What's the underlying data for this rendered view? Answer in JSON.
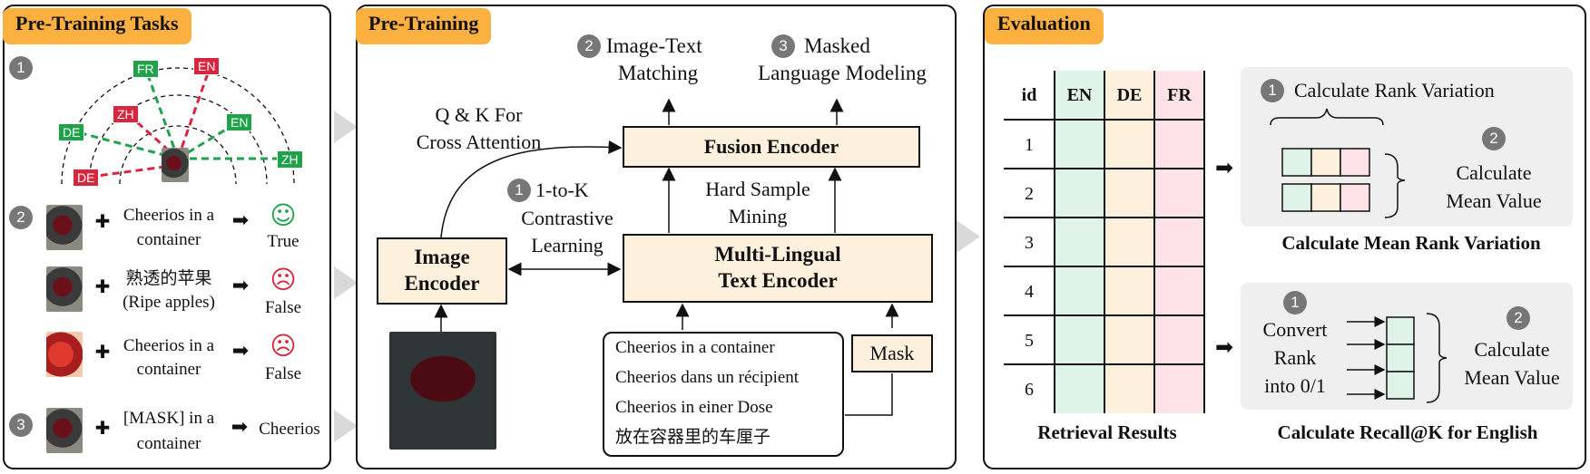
{
  "left": {
    "tag": "Pre-Training Tasks",
    "step1": "1",
    "step2": "2",
    "step3": "3",
    "langs": {
      "fr": "FR",
      "en_top": "EN",
      "zh_top": "ZH",
      "de_left": "DE",
      "en_right": "EN",
      "zh_right": "ZH",
      "de_bottom": "DE"
    },
    "rows": [
      {
        "text_l1": "Cheerios in a",
        "text_l2": "container",
        "result": "True",
        "face": "☺"
      },
      {
        "text_l1": "熟透的苹果",
        "text_l2": "(Ripe apples)",
        "result": "False",
        "face": "☹"
      },
      {
        "text_l1": "Cheerios in a",
        "text_l2": "container",
        "result": "False",
        "face": "☹"
      },
      {
        "text_l1": "[MASK] in a",
        "text_l2": "container",
        "result": "Cheerios"
      }
    ],
    "plus": "✚"
  },
  "middle": {
    "tag": "Pre-Training",
    "itm_num": "2",
    "itm_l1": "Image-Text",
    "itm_l2": "Matching",
    "mlm_num": "3",
    "mlm_l1": "Masked",
    "mlm_l2": "Language Modeling",
    "qk_l1": "Q & K For",
    "qk_l2": "Cross Attention",
    "fusion": "Fusion Encoder",
    "hard_l1": "Hard Sample",
    "hard_l2": "Mining",
    "contr_num": "1",
    "contr_l1": "1-to-K",
    "contr_l2": "Contrastive",
    "contr_l3": "Learning",
    "image_l1": "Image",
    "image_l2": "Encoder",
    "text_l1": "Multi-Lingual",
    "text_l2": "Text Encoder",
    "mask": "Mask",
    "captions": [
      "Cheerios in a container",
      "Cheerios dans un récipient",
      "Cheerios in einer Dose",
      "放在容器里的车厘子"
    ]
  },
  "right": {
    "tag": "Evaluation",
    "headers": [
      "id",
      "EN",
      "DE",
      "FR"
    ],
    "ids": [
      "1",
      "2",
      "3",
      "4",
      "5",
      "6"
    ],
    "retrieval": "Retrieval Results",
    "rank_num1": "1",
    "rank_title": "Calculate Rank Variation",
    "rank_num2": "2",
    "rank_mean_l1": "Calculate",
    "rank_mean_l2": "Mean Value",
    "rank_caption": "Calculate Mean Rank Variation",
    "rec_num1": "1",
    "conv_l1": "Convert",
    "conv_l2": "Rank",
    "conv_l3": "into 0/1",
    "rec_num2": "2",
    "rec_mean_l1": "Calculate",
    "rec_mean_l2": "Mean Value",
    "rec_caption": "Calculate Recall@K for English"
  },
  "colors": {
    "tag": "#fbb040",
    "green": "#1fa24a",
    "red": "#d7263d",
    "en_col": "#dff3e8",
    "de_col": "#fdf0dc",
    "fr_col": "#fde3e7",
    "box": "#fdf0dc"
  }
}
